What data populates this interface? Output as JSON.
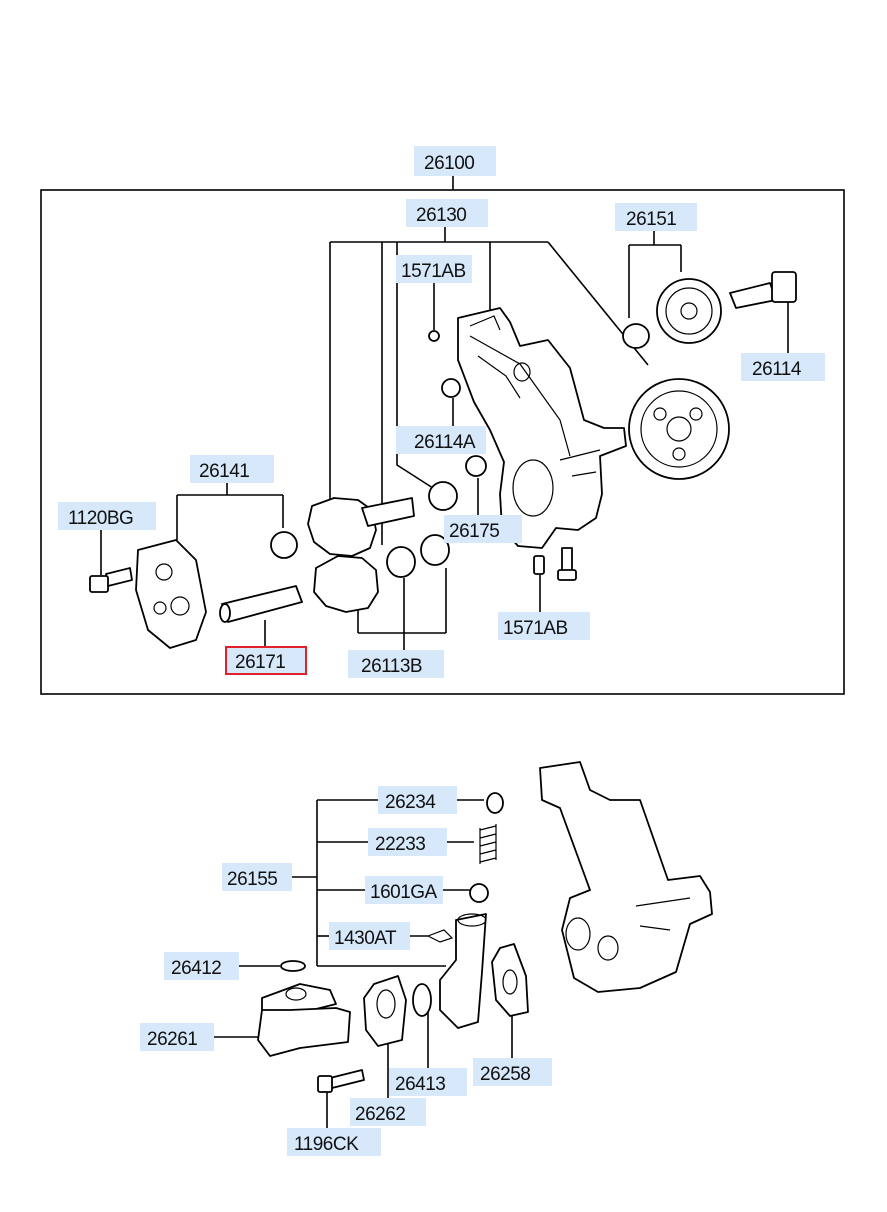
{
  "labels": {
    "l26100": "26100",
    "l26130": "26130",
    "l26151": "26151",
    "l1571AB_top": "1571AB",
    "l26114": "26114",
    "l26114A": "26114A",
    "l26141": "26141",
    "l1120BG": "1120BG",
    "l26175": "26175",
    "l1571AB_bottom": "1571AB",
    "l26171": "26171",
    "l26113B": "26113B",
    "l26234": "26234",
    "l22233": "22233",
    "l26155": "26155",
    "l1601GA": "1601GA",
    "l1430AT": "1430AT",
    "l26412": "26412",
    "l26261": "26261",
    "l26413": "26413",
    "l26258": "26258",
    "l26262": "26262",
    "l1196CK": "1196CK"
  },
  "highlight": {
    "color": "#e0202a",
    "part": "26171"
  },
  "label_background": "#d6e8fa"
}
